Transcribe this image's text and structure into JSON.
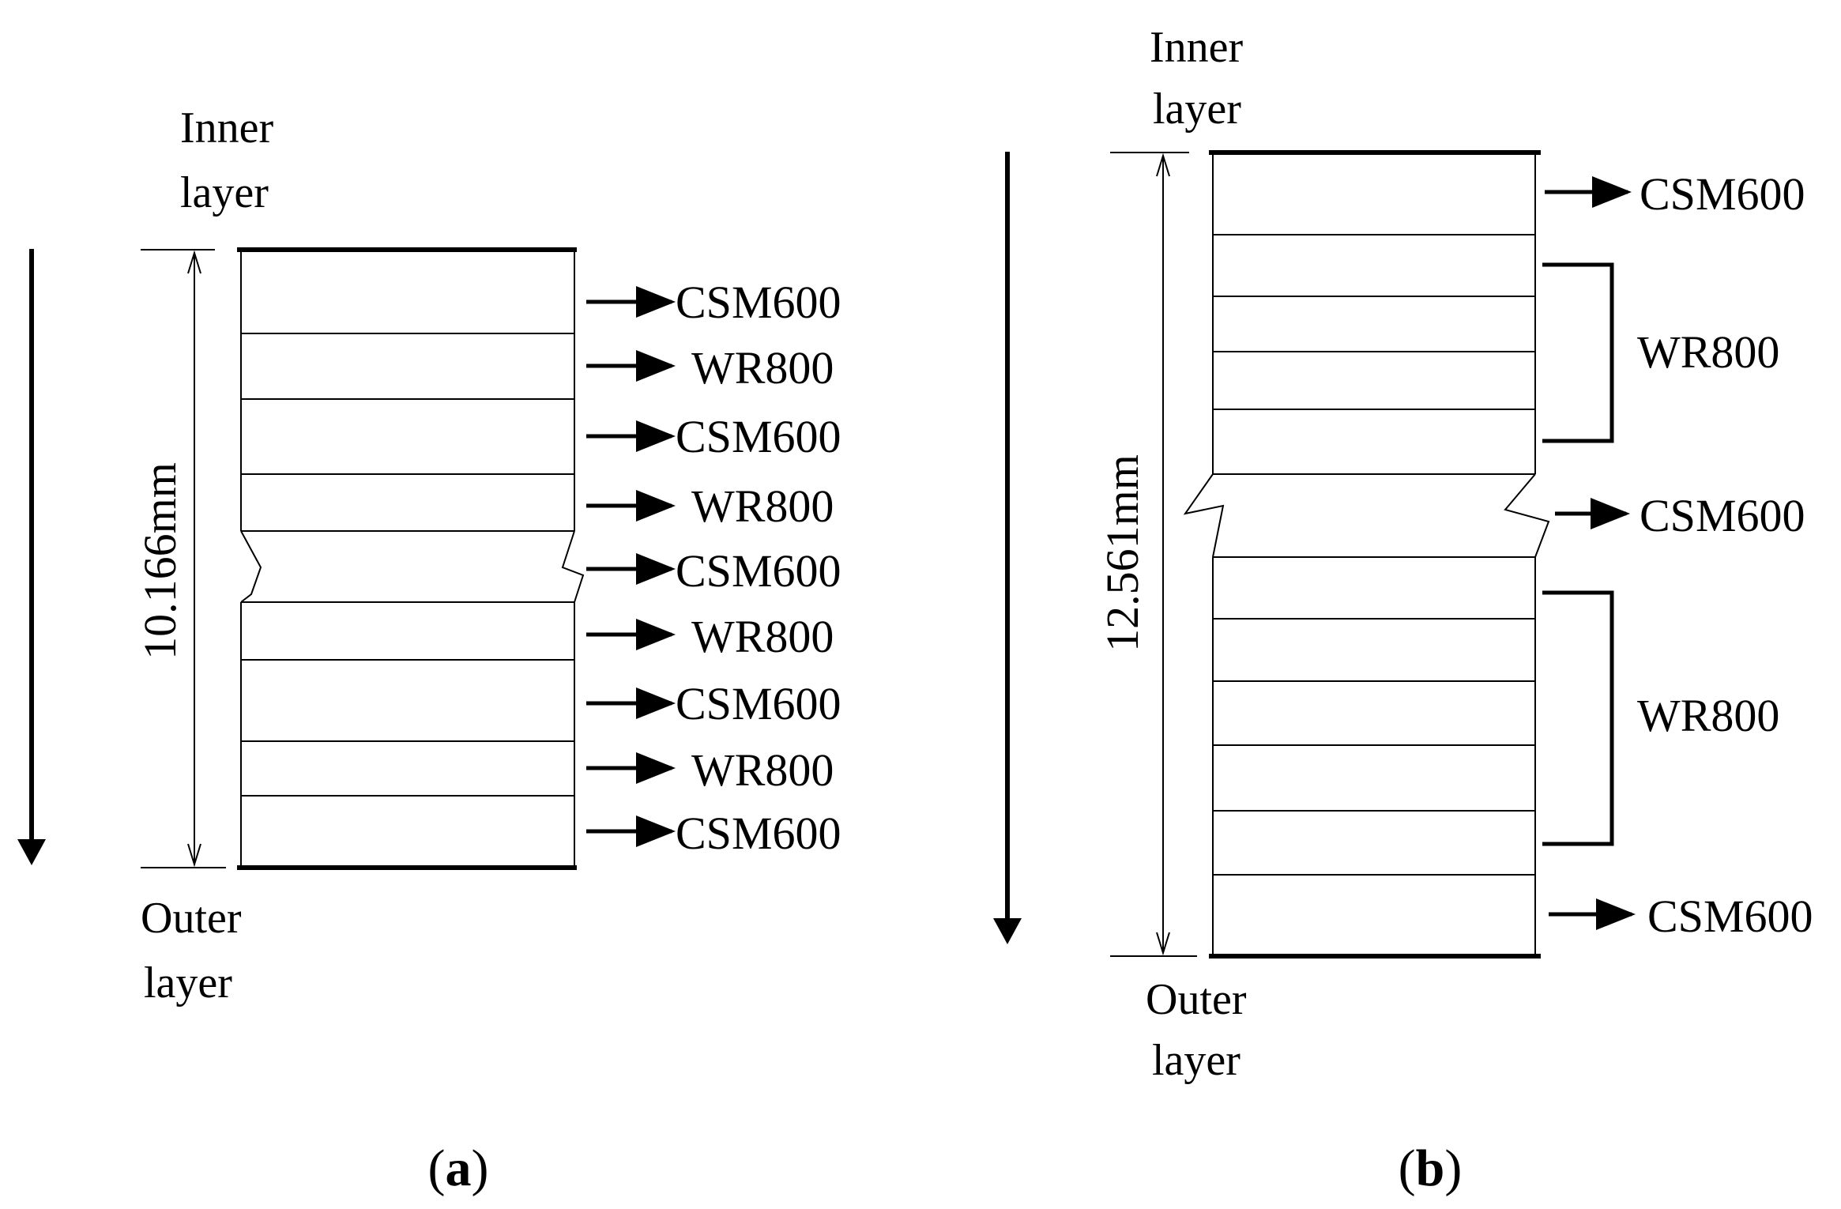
{
  "panel_a": {
    "inner_label": [
      "Inner",
      "layer"
    ],
    "outer_label": [
      "Outer",
      "layer"
    ],
    "thickness": "10.166mm",
    "layers": [
      "CSM600",
      "WR800",
      "CSM600",
      "WR800",
      "CSM600",
      "WR800",
      "CSM600",
      "WR800",
      "CSM600"
    ],
    "caption": {
      "open": "(",
      "letter": "a",
      "close": ")"
    }
  },
  "panel_b": {
    "inner_label": [
      "Inner",
      "layer"
    ],
    "outer_label": [
      "Outer",
      "layer"
    ],
    "thickness": "12.561mm",
    "layer_groups": [
      "CSM600",
      "WR800",
      "CSM600",
      "WR800",
      "CSM600"
    ],
    "caption": {
      "open": "(",
      "letter": "b",
      "close": ")"
    }
  },
  "colors": {
    "line": "#000000",
    "background": "#ffffff"
  }
}
